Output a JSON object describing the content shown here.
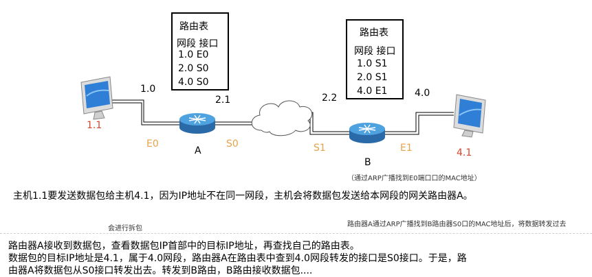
{
  "routing_tables": [
    {
      "title": "路由表",
      "header": "网段 接口",
      "rows": [
        "1.0 E0",
        "2.0 S0",
        "4.0 S0"
      ]
    },
    {
      "title": "路由表",
      "header": "网段 接口",
      "rows": [
        "1.0 S1",
        "2.0 S1",
        "4.0 E1"
      ]
    }
  ],
  "network_labels": {
    "net_1_0": "1.0",
    "net_2_1": "2.1",
    "net_2_2": "2.2",
    "net_4_0": "4.0"
  },
  "hosts": {
    "left": "1.1",
    "right": "4.1"
  },
  "routers": {
    "a": "A",
    "b": "B"
  },
  "interfaces": {
    "e0": "E0",
    "s0": "S0",
    "s1": "S1",
    "e1": "E1"
  },
  "notes": {
    "router_b_arp": "（通过ARP广播找到E0端口口的MAC地址）",
    "main_statement": "主机1.1要发送数据包给主机4.1，因为IP地址不在同一网段，主机会将数据包发送给本网段的网关路由器A。",
    "split_note": "会进行拆包",
    "arp_forward_note": "路由器A通过ARP广播找到B路由器S0口的MAC地址后，将数据转发过去",
    "para_1": "路由器A接收到数据包，查看数据包IP首部中的目标IP地址，再查找自己的路由表。",
    "para_2": "数据包的目标IP地址是4.1，属于4.0网段，路由器A在路由表中查到4.0网段转发的接口是S0接口。于是，路",
    "para_3": "由器A将数据包从S0接口转发出去。转发到B路由，B路由接收数据包...."
  },
  "colors": {
    "interface_label": "#e8a24a",
    "host_label": "#d9442b",
    "router_body": "#3f8fd0",
    "monitor_screen": "#2f7fd6"
  },
  "icons": [
    "computer-icon",
    "router-icon",
    "cloud-icon"
  ]
}
